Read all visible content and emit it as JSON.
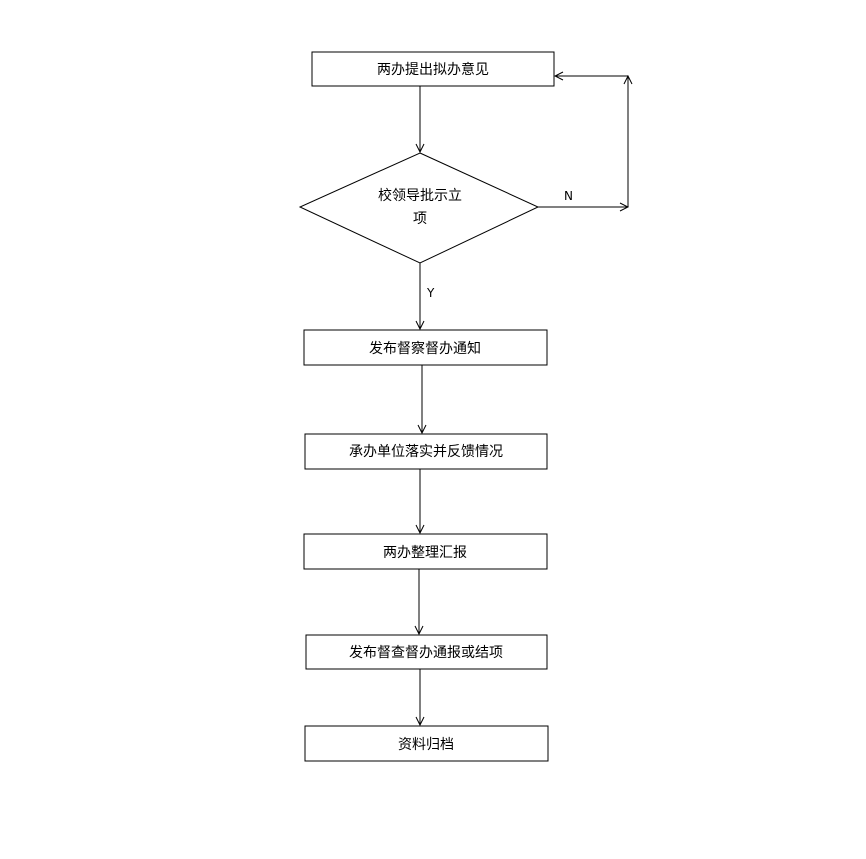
{
  "flowchart": {
    "step1": "两办提出拟办意见",
    "decision_line1": "校领导批示立",
    "decision_line2": "项",
    "label_no": "N",
    "label_yes": "Y",
    "step2": "发布督察督办通知",
    "step3": "承办单位落实并反馈情况",
    "step4": "两办整理汇报",
    "step5": "发布督查督办通报或结项",
    "step6": "资料归档"
  },
  "colors": {
    "stroke": "#000000",
    "fill": "#ffffff"
  }
}
